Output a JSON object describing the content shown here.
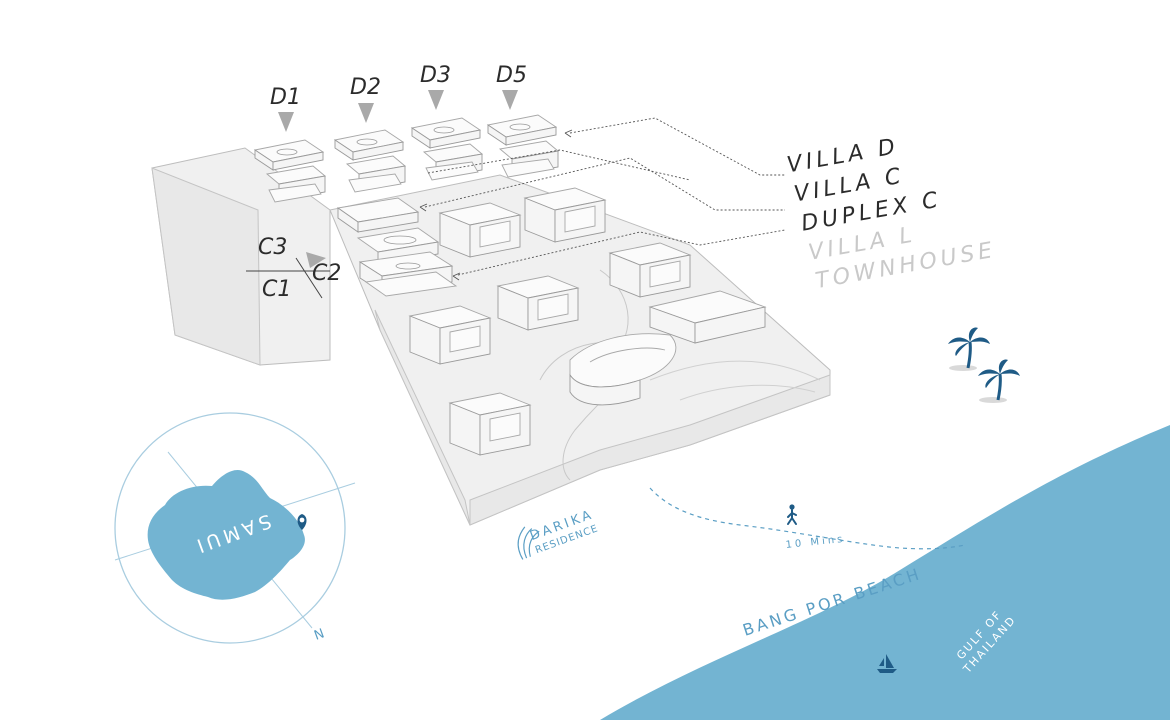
{
  "colors": {
    "sea": "#73b4d2",
    "accent_blue": "#5a9ec4",
    "icon_navy": "#1f5b86",
    "label_dark": "#2b2b2b",
    "label_dim": "#c9c9c9"
  },
  "unit_markers": {
    "d1": "D1",
    "d2": "D2",
    "d3": "D3",
    "d5": "D5",
    "c3": "C3",
    "c1": "C1",
    "c2": "C2"
  },
  "legend": {
    "villa_d": "VILLA D",
    "villa_c": "VILLA C",
    "duplex_c": "DUPLEX C",
    "villa_l": "VILLA L",
    "townhouse": "TOWNHOUSE"
  },
  "island_inset": {
    "name": "SAMUI",
    "compass": "N",
    "pin_icon": "location-pin-icon"
  },
  "logo": {
    "line1": "DARIKA",
    "line2": "RESIDENCE"
  },
  "walk": {
    "duration": "10 Mins",
    "icon": "walking-person-icon"
  },
  "beach_label": "BANG POR BEACH",
  "sea_label": {
    "line1": "GULF OF",
    "line2": "THAILAND"
  },
  "icons": [
    "palm-tree-icon",
    "palm-tree-icon",
    "sailboat-icon"
  ]
}
